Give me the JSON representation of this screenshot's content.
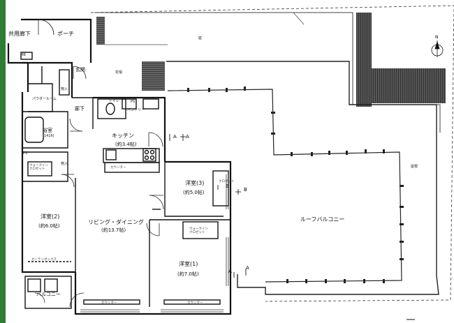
{
  "labels": {
    "common_corridor": "共用廊下",
    "porch": "ポーチ",
    "mb": "MB",
    "entrance": "玄関",
    "storage_1": "物入",
    "storage_2": "物入",
    "storage_3": "物入",
    "powder_room": "パウダールーム",
    "bathroom": "浴室",
    "bathroom_size": "(1416)",
    "corridor": "廊下",
    "toilet": "トイレ",
    "pantry": "パントリー",
    "kitchen": "キッチン",
    "kitchen_area": "(約3.4帖)",
    "counter_kitchen": "カウンター",
    "ps_1": "PS",
    "ps_2": "PS",
    "ps_3": "PS",
    "wic_1": "ウォークイン\nクロゼット",
    "wic_2": "ウォークイン\nクロゼット",
    "western_2": "洋室(2)",
    "western_2_area": "(約6.0帖)",
    "western_3": "洋室(3)",
    "western_3_area": "(約5.0帖)",
    "western_1": "洋室(1)",
    "western_1_area": "(約7.0帖)",
    "living": "リビング・ダイニング",
    "living_area": "(約13.7帖)",
    "roof_balcony": "ルーフバルコニー",
    "balcony": "バルコニー",
    "garden": "庭",
    "roof": "屋根",
    "flower_bed": "花壇",
    "counter_1": "カウンター",
    "counter_2": "カウンター",
    "closet": "クロゼット",
    "curtain_box": "カーテンボックス"
  },
  "cut_marks": [
    "A",
    "A",
    "B",
    "B",
    "A",
    "A"
  ],
  "compass": "N"
}
